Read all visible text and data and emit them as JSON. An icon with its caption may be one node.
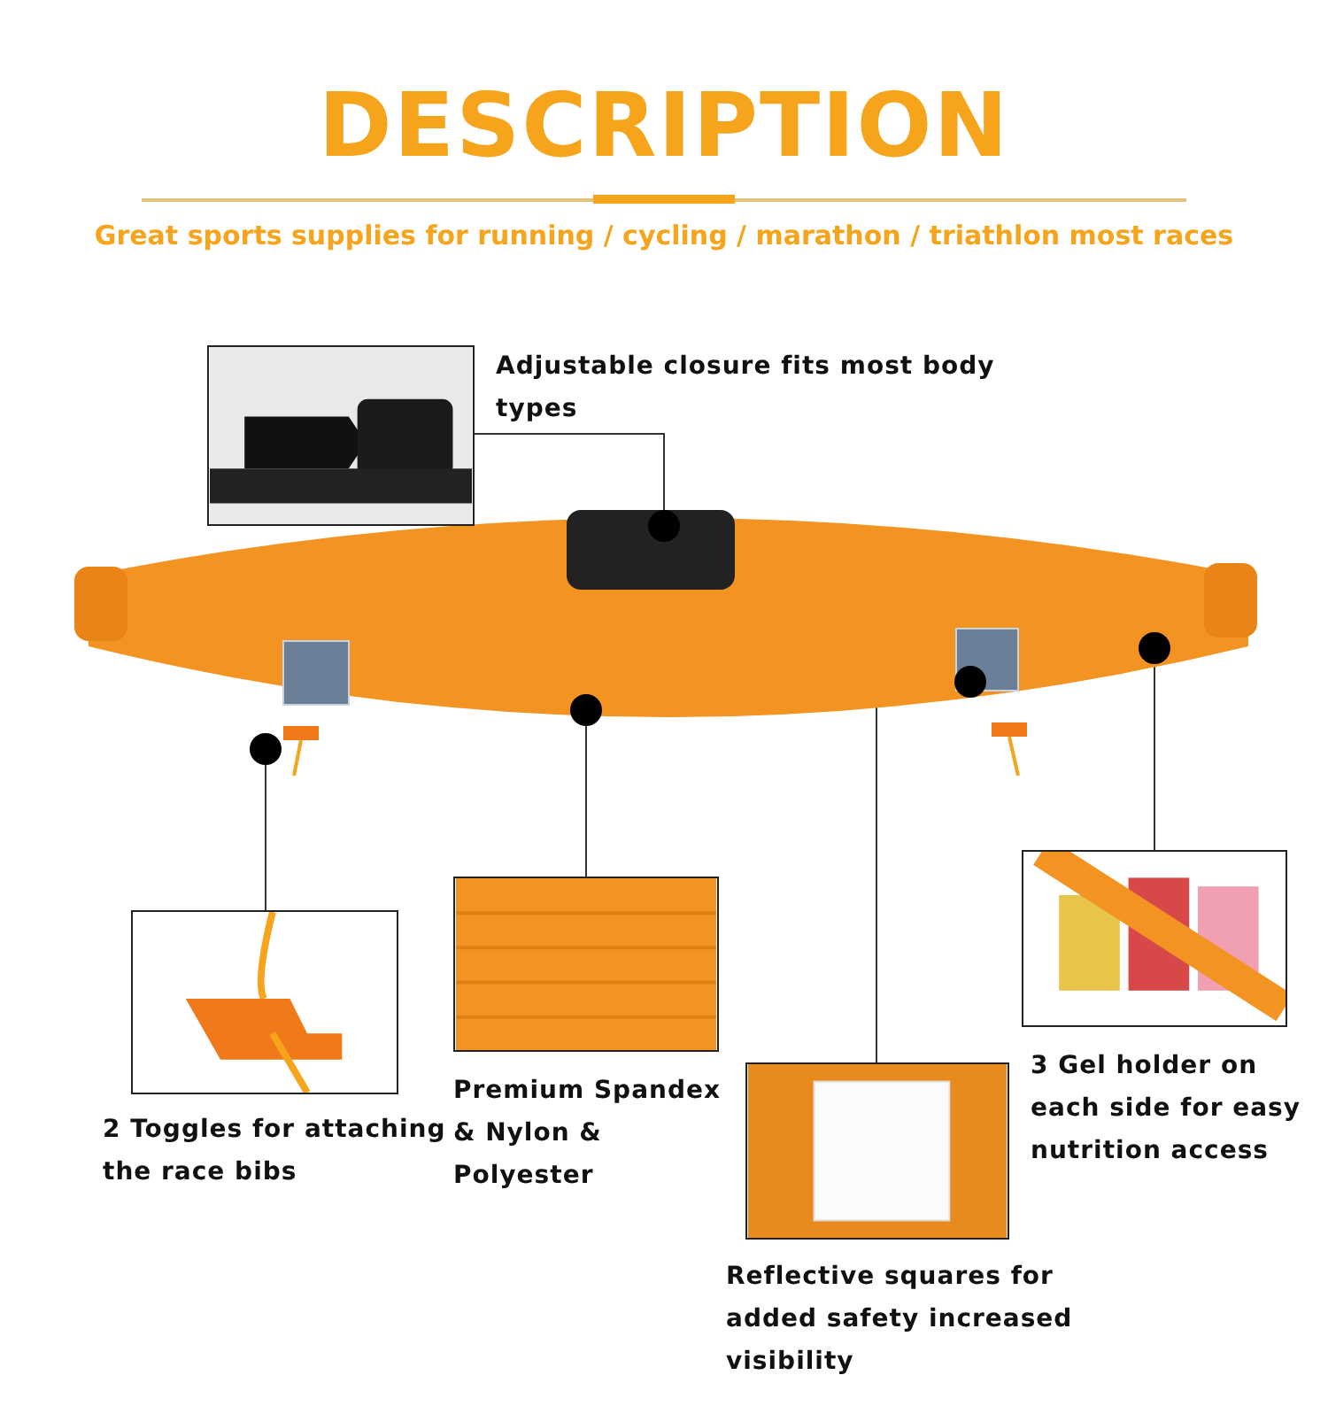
{
  "diagram": {
    "title": "DESCRIPTION",
    "nodes": [
      {
        "text": [],
        "shape": "picture"
      },
      {
        "text": [],
        "shape": "picture",
        "beside": [
          "Adjustable closure fits most body types"
        ]
      },
      {
        "text": [],
        "shape": "circle",
        "in": 0
      },
      {
        "text": [],
        "shape": "picture",
        "beside": [
          "2 Toggles for attaching the race bibs"
        ]
      },
      {
        "text": [],
        "shape": "circle"
      },
      {
        "text": [],
        "shape": "picture",
        "beside": [
          "Premium Spandex & Nylon & Polyester"
        ]
      },
      {
        "text": [],
        "shape": "circle",
        "in": 0
      },
      {
        "text": [],
        "shape": "picture",
        "beside": [
          "Reflective squares for added safety increased visibility"
        ]
      },
      {
        "text": [],
        "shape": "circle",
        "in": 0
      },
      {
        "text": [],
        "shape": "picture",
        "beside": [
          "3 Gel holder on each side for easy nutrition access"
        ]
      },
      {
        "text": [],
        "shape": "circle",
        "in": 0
      }
    ],
    "edges": [
      {
        "from": 1,
        "to": 2,
        "arrow": "none"
      },
      {
        "from": 3,
        "to": 4,
        "arrow": "none"
      },
      {
        "from": 5,
        "to": 6,
        "arrow": "none"
      },
      {
        "from": 7,
        "to": 8,
        "arrow": "none"
      },
      {
        "from": 9,
        "to": 10,
        "arrow": "none"
      }
    ],
    "labels": [
      "Great sports supplies for running / cycling / marathon / triathlon most races"
    ]
  }
}
